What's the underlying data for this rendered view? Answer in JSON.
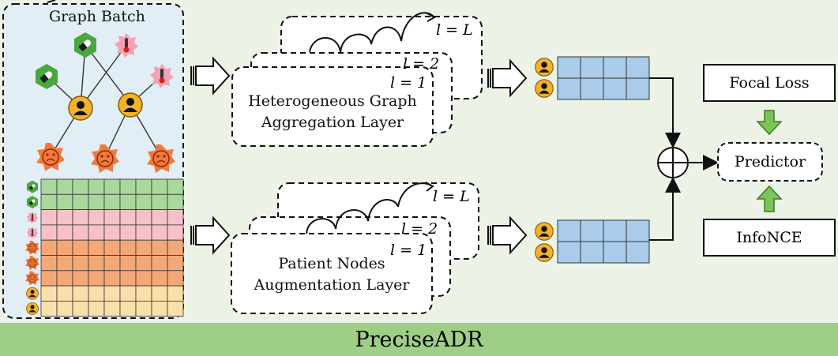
{
  "graph_batch": {
    "title": "Graph Batch"
  },
  "layers_top": {
    "label_front": "Heterogeneous Graph",
    "label_front_2": "Aggregation Layer",
    "l1": "l = 1",
    "l2": "l = 2",
    "lL": "l = L"
  },
  "layers_bottom": {
    "label_front": "Patient Nodes",
    "label_front_2": "Augmentation Layer",
    "l1": "l = 1",
    "l2": "l = 2",
    "lL": "l = L"
  },
  "right": {
    "focal_loss": "Focal Loss",
    "predictor": "Predictor",
    "infonce": "InfoNCE"
  },
  "banner": {
    "title": "PreciseADR"
  },
  "colors": {
    "drug": "#49a83c",
    "thermo": "#f3a1b4",
    "patient": "#f2b32a",
    "adr": "#f07a3c",
    "feat_green": "#a9d89b",
    "feat_pink": "#f6c1cb",
    "feat_orange": "#f4a877",
    "feat_yellow": "#f9dfaa",
    "embed": "#aacbea"
  },
  "icons": [
    "drug-capsule-icon",
    "thermometer-icon",
    "patient-icon",
    "sad-face-icon",
    "direct-sum-icon",
    "hollow-arrow-icon"
  ]
}
